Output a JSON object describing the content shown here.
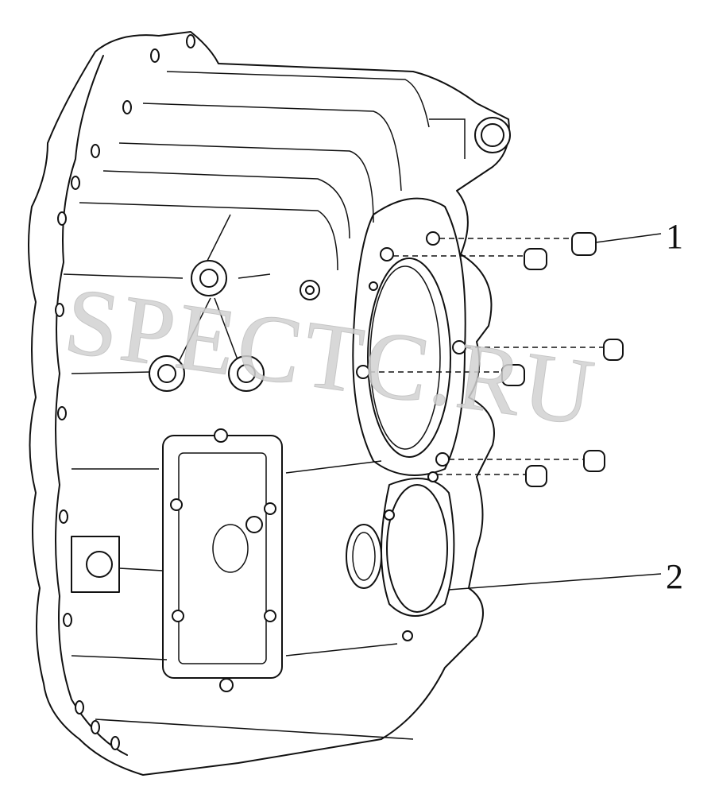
{
  "diagram": {
    "callouts": [
      {
        "id": "1",
        "label": "1"
      },
      {
        "id": "2",
        "label": "2"
      }
    ],
    "watermark": "SPECTC.RU"
  }
}
